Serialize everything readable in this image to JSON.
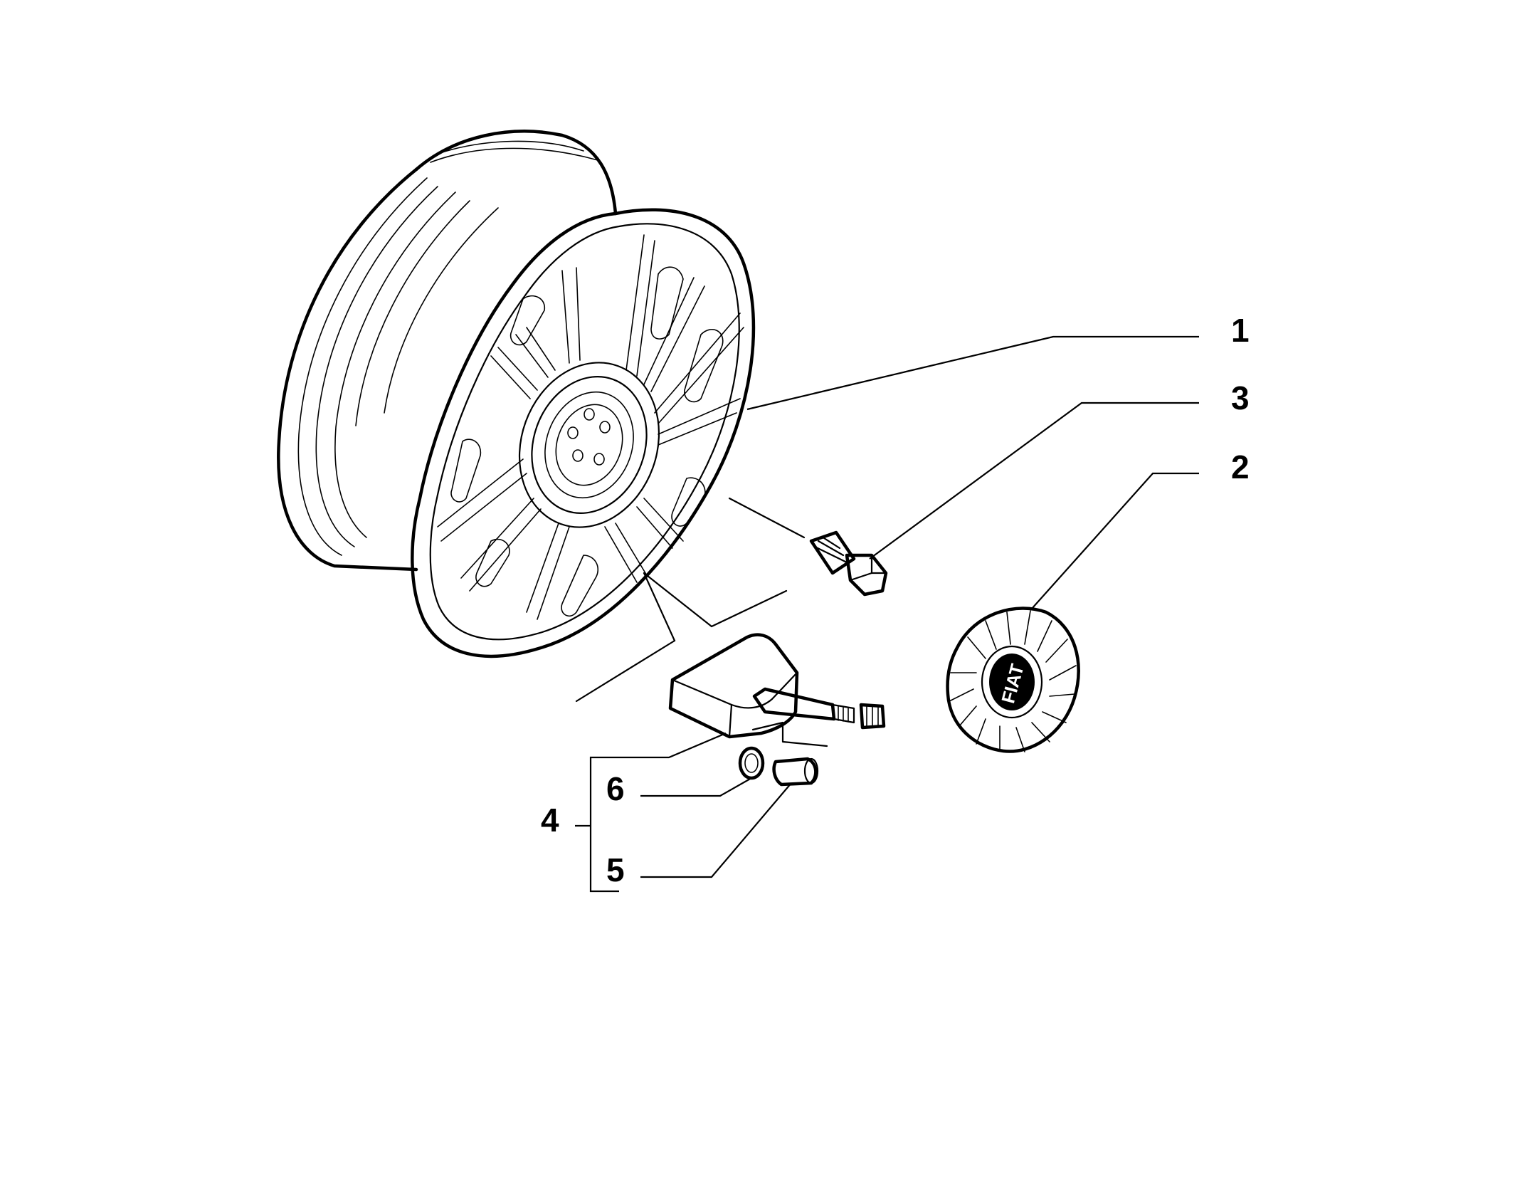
{
  "callouts": {
    "c1": "1",
    "c2": "2",
    "c3": "3",
    "c4": "4",
    "c5": "5",
    "c6": "6"
  },
  "logo_text": "FIAT",
  "colors": {
    "ink": "#000000",
    "paper": "#ffffff"
  }
}
